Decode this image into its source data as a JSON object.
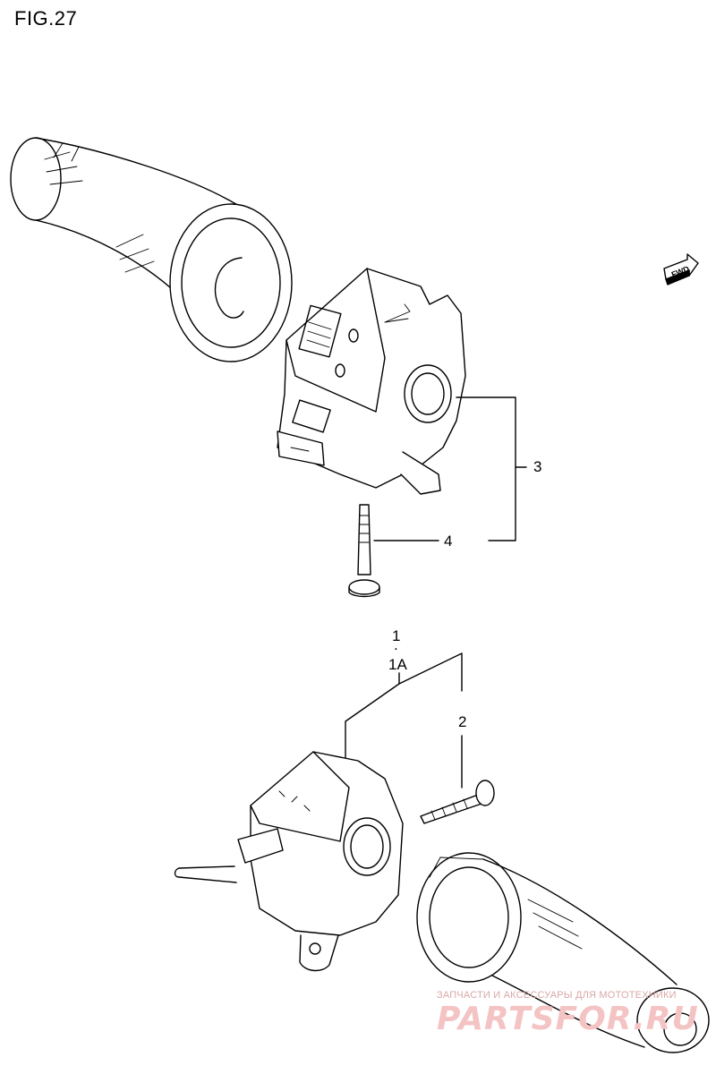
{
  "figure": {
    "title": "FIG.27"
  },
  "direction_badge": {
    "label": "FWD"
  },
  "callouts": {
    "c3": "3",
    "c4": "4",
    "c1": "1",
    "c1_dot": ".",
    "c1a": "1A",
    "c2": "2"
  },
  "watermark": {
    "tagline": "ЗАПЧАСТИ И АКСЕССУАРЫ ДЛЯ МОТОТЕХНИКИ",
    "logo": "PARTSFOR.RU"
  }
}
